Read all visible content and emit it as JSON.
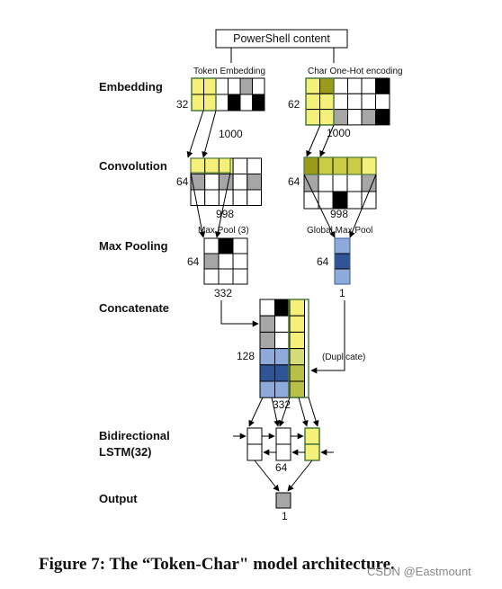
{
  "title_box": "PowerShell content",
  "branches": {
    "token_label": "Token Embedding",
    "char_label": "Char One-Hot encoding"
  },
  "stages": {
    "embedding": "Embedding",
    "convolution": "Convolution",
    "max_pooling": "Max Pooling",
    "concatenate": "Concatenate",
    "lstm_line1": "Bidirectional",
    "lstm_line2": "LSTM(32)",
    "output": "Output"
  },
  "dims": {
    "token_emb_rows": "32",
    "token_emb_cols": "1000",
    "char_emb_rows": "62",
    "char_emb_cols": "1000",
    "conv_left_rows": "64",
    "conv_left_cols": "998",
    "conv_right_rows": "64",
    "conv_right_cols": "998",
    "pool_left_rows": "64",
    "pool_left_cols": "332",
    "pool_right_rows": "64",
    "pool_right_cols": "1",
    "concat_rows": "128",
    "concat_cols": "332",
    "lstm_units": "64",
    "output_units": "1"
  },
  "pool_labels": {
    "left": "Max Pool (3)",
    "right": "Global Max Pool"
  },
  "duplicate_label": "(Duplicate)",
  "caption": "Figure 7: The “Token-Char\" model architecture.",
  "watermark": "CSDN @Eastmount",
  "colors": {
    "yellow": "#f4f07a",
    "olive": "#9b9a1a",
    "olive_mid": "#c9cc44",
    "grey": "#a6a6a6",
    "black": "#000000",
    "blue_light": "#8eaadb",
    "blue_dark": "#2f5597",
    "blue_mid": "#4472c4",
    "yellow_green": "#d6dc7a",
    "olive_green": "#b8c048"
  }
}
